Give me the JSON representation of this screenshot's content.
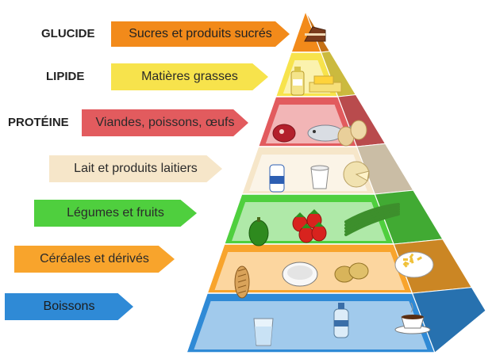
{
  "levels": [
    {
      "macro": "GLUCIDE",
      "label": "Sucres et produits sucrés",
      "color": "#f28a1a",
      "items": [
        "cake-slice-icon"
      ]
    },
    {
      "macro": "LIPIDE",
      "label": "Matières grasses",
      "color": "#f7e34c",
      "items": [
        "oil-bottle-icon",
        "butter-icon"
      ]
    },
    {
      "macro": "PROTÉINE",
      "label": "Viandes, poissons, œufs",
      "color": "#e25b5e",
      "items": [
        "meat-icon",
        "fish-icon",
        "eggs-icon"
      ]
    },
    {
      "macro": "",
      "label": "Lait et produits laitiers",
      "color": "#f6e6c9",
      "items": [
        "milk-bottle-icon",
        "yogurt-icon",
        "cheese-icon"
      ]
    },
    {
      "macro": "",
      "label": "Légumes et fruits",
      "color": "#4fcf3e",
      "items": [
        "pepper-icon",
        "strawberries-icon",
        "green-beans-icon"
      ]
    },
    {
      "macro": "",
      "label": "Céréales et dérivés",
      "color": "#f8a42c",
      "items": [
        "bread-icon",
        "rice-icon",
        "potatoes-icon",
        "pasta-icon"
      ]
    },
    {
      "macro": "",
      "label": "Boissons",
      "color": "#2f8ad6",
      "items": [
        "water-glass-icon",
        "water-bottle-icon",
        "coffee-cup-icon"
      ]
    }
  ]
}
